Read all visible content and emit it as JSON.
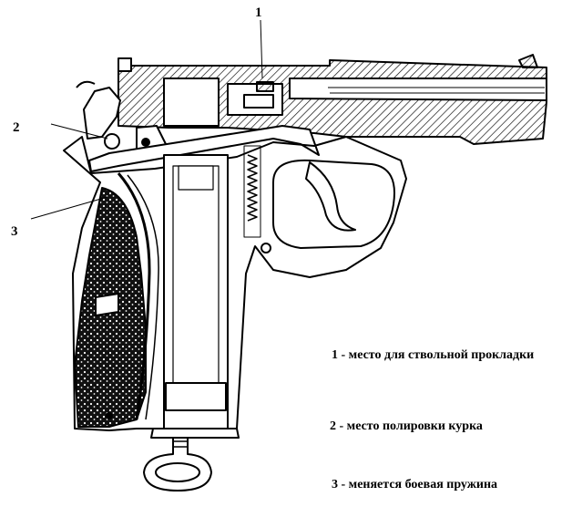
{
  "callouts": [
    {
      "number": "1"
    },
    {
      "number": "2"
    },
    {
      "number": "3"
    }
  ],
  "legend": [
    {
      "number": "1",
      "text": "1 - место для ствольной прокладки"
    },
    {
      "number": "2",
      "text": "2 - место полировки курка"
    },
    {
      "number": "3",
      "text": "3 - меняется боевая пружина"
    }
  ],
  "colors": {
    "ink": "#000000",
    "paper": "#ffffff"
  }
}
